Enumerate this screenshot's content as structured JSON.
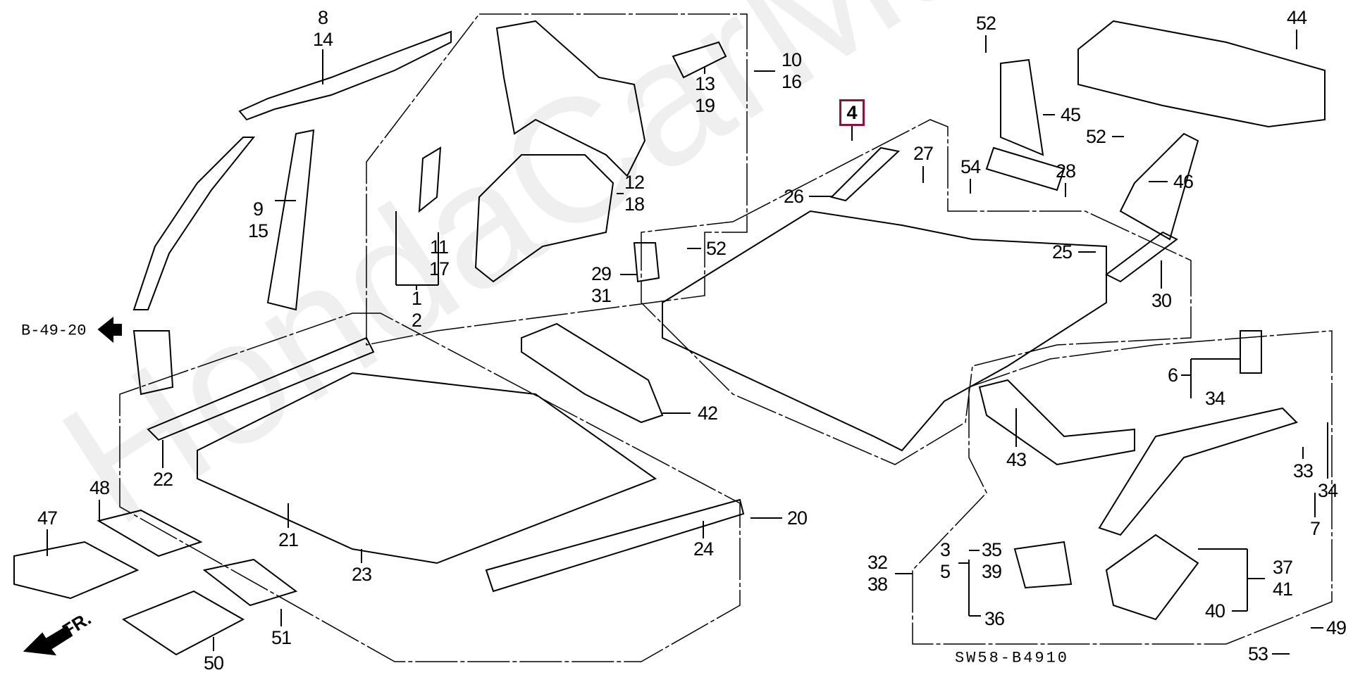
{
  "diagram": {
    "title_code": "SW58-B4910",
    "reference": "B-49-20",
    "direction_label": "FR.",
    "watermark": "HondaCarMania",
    "highlight_color": "#8b1538",
    "highlighted_part": "4",
    "callouts": [
      {
        "id": "c-8-14",
        "text": "8\n14"
      },
      {
        "id": "c-9-15",
        "text": "9\n15"
      },
      {
        "id": "c-10-16",
        "text": "10\n16"
      },
      {
        "id": "c-13-19",
        "text": "13\n19"
      },
      {
        "id": "c-12-18",
        "text": "12\n18"
      },
      {
        "id": "c-11-17",
        "text": "11\n17"
      },
      {
        "id": "c-1-2",
        "text": "1\n2"
      },
      {
        "id": "c-29-31",
        "text": "29\n31"
      },
      {
        "id": "c-52a",
        "text": "52"
      },
      {
        "id": "c-26",
        "text": "26"
      },
      {
        "id": "c-27",
        "text": "27"
      },
      {
        "id": "c-52b",
        "text": "52"
      },
      {
        "id": "c-44",
        "text": "44"
      },
      {
        "id": "c-45",
        "text": "45"
      },
      {
        "id": "c-52c",
        "text": "52"
      },
      {
        "id": "c-54",
        "text": "54"
      },
      {
        "id": "c-28",
        "text": "28"
      },
      {
        "id": "c-46",
        "text": "46"
      },
      {
        "id": "c-25",
        "text": "25"
      },
      {
        "id": "c-30",
        "text": "30"
      },
      {
        "id": "c-42",
        "text": "42"
      },
      {
        "id": "c-43",
        "text": "43"
      },
      {
        "id": "c-6",
        "text": "6"
      },
      {
        "id": "c-34a",
        "text": "34"
      },
      {
        "id": "c-33",
        "text": "33"
      },
      {
        "id": "c-34b",
        "text": "34"
      },
      {
        "id": "c-7",
        "text": "7"
      },
      {
        "id": "c-22",
        "text": "22"
      },
      {
        "id": "c-21",
        "text": "21"
      },
      {
        "id": "c-23",
        "text": "23"
      },
      {
        "id": "c-20",
        "text": "20"
      },
      {
        "id": "c-24",
        "text": "24"
      },
      {
        "id": "c-48",
        "text": "48"
      },
      {
        "id": "c-47",
        "text": "47"
      },
      {
        "id": "c-51",
        "text": "51"
      },
      {
        "id": "c-50",
        "text": "50"
      },
      {
        "id": "c-32-38",
        "text": "32\n38"
      },
      {
        "id": "c-3-5",
        "text": "3\n5"
      },
      {
        "id": "c-35-39",
        "text": "35\n39"
      },
      {
        "id": "c-36",
        "text": "36"
      },
      {
        "id": "c-37-41",
        "text": "37\n41"
      },
      {
        "id": "c-40",
        "text": "40"
      },
      {
        "id": "c-49",
        "text": "49"
      },
      {
        "id": "c-53",
        "text": "53"
      }
    ]
  }
}
